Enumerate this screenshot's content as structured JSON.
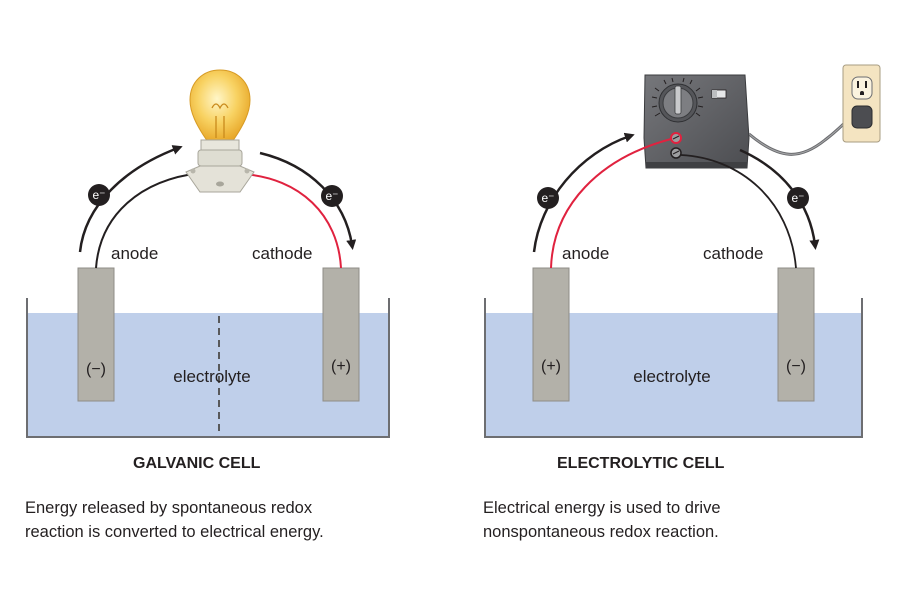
{
  "galvanic": {
    "title": "GALVANIC CELL",
    "description_line1": "Energy released by spontaneous redox",
    "description_line2": "reaction is converted to electrical energy.",
    "anode_label": "anode",
    "cathode_label": "cathode",
    "anode_sign": "(−)",
    "cathode_sign": "(+)",
    "electrolyte_label": "electrolyte",
    "electron_label": "e⁻",
    "device": "light-bulb"
  },
  "electrolytic": {
    "title": "ELECTROLYTIC CELL",
    "description_line1": "Electrical energy is used to drive",
    "description_line2": "nonspontaneous redox reaction.",
    "anode_label": "anode",
    "cathode_label": "cathode",
    "anode_sign": "(+)",
    "cathode_sign": "(−)",
    "electrolyte_label": "electrolyte",
    "electron_label": "e⁻",
    "device": "power-supply"
  },
  "colors": {
    "electrolyte": "#bfcfea",
    "electrode": "#b3b1a9",
    "wire_positive": "#e0223f",
    "wire_negative": "#231f20",
    "bulb": "#f6c444"
  }
}
